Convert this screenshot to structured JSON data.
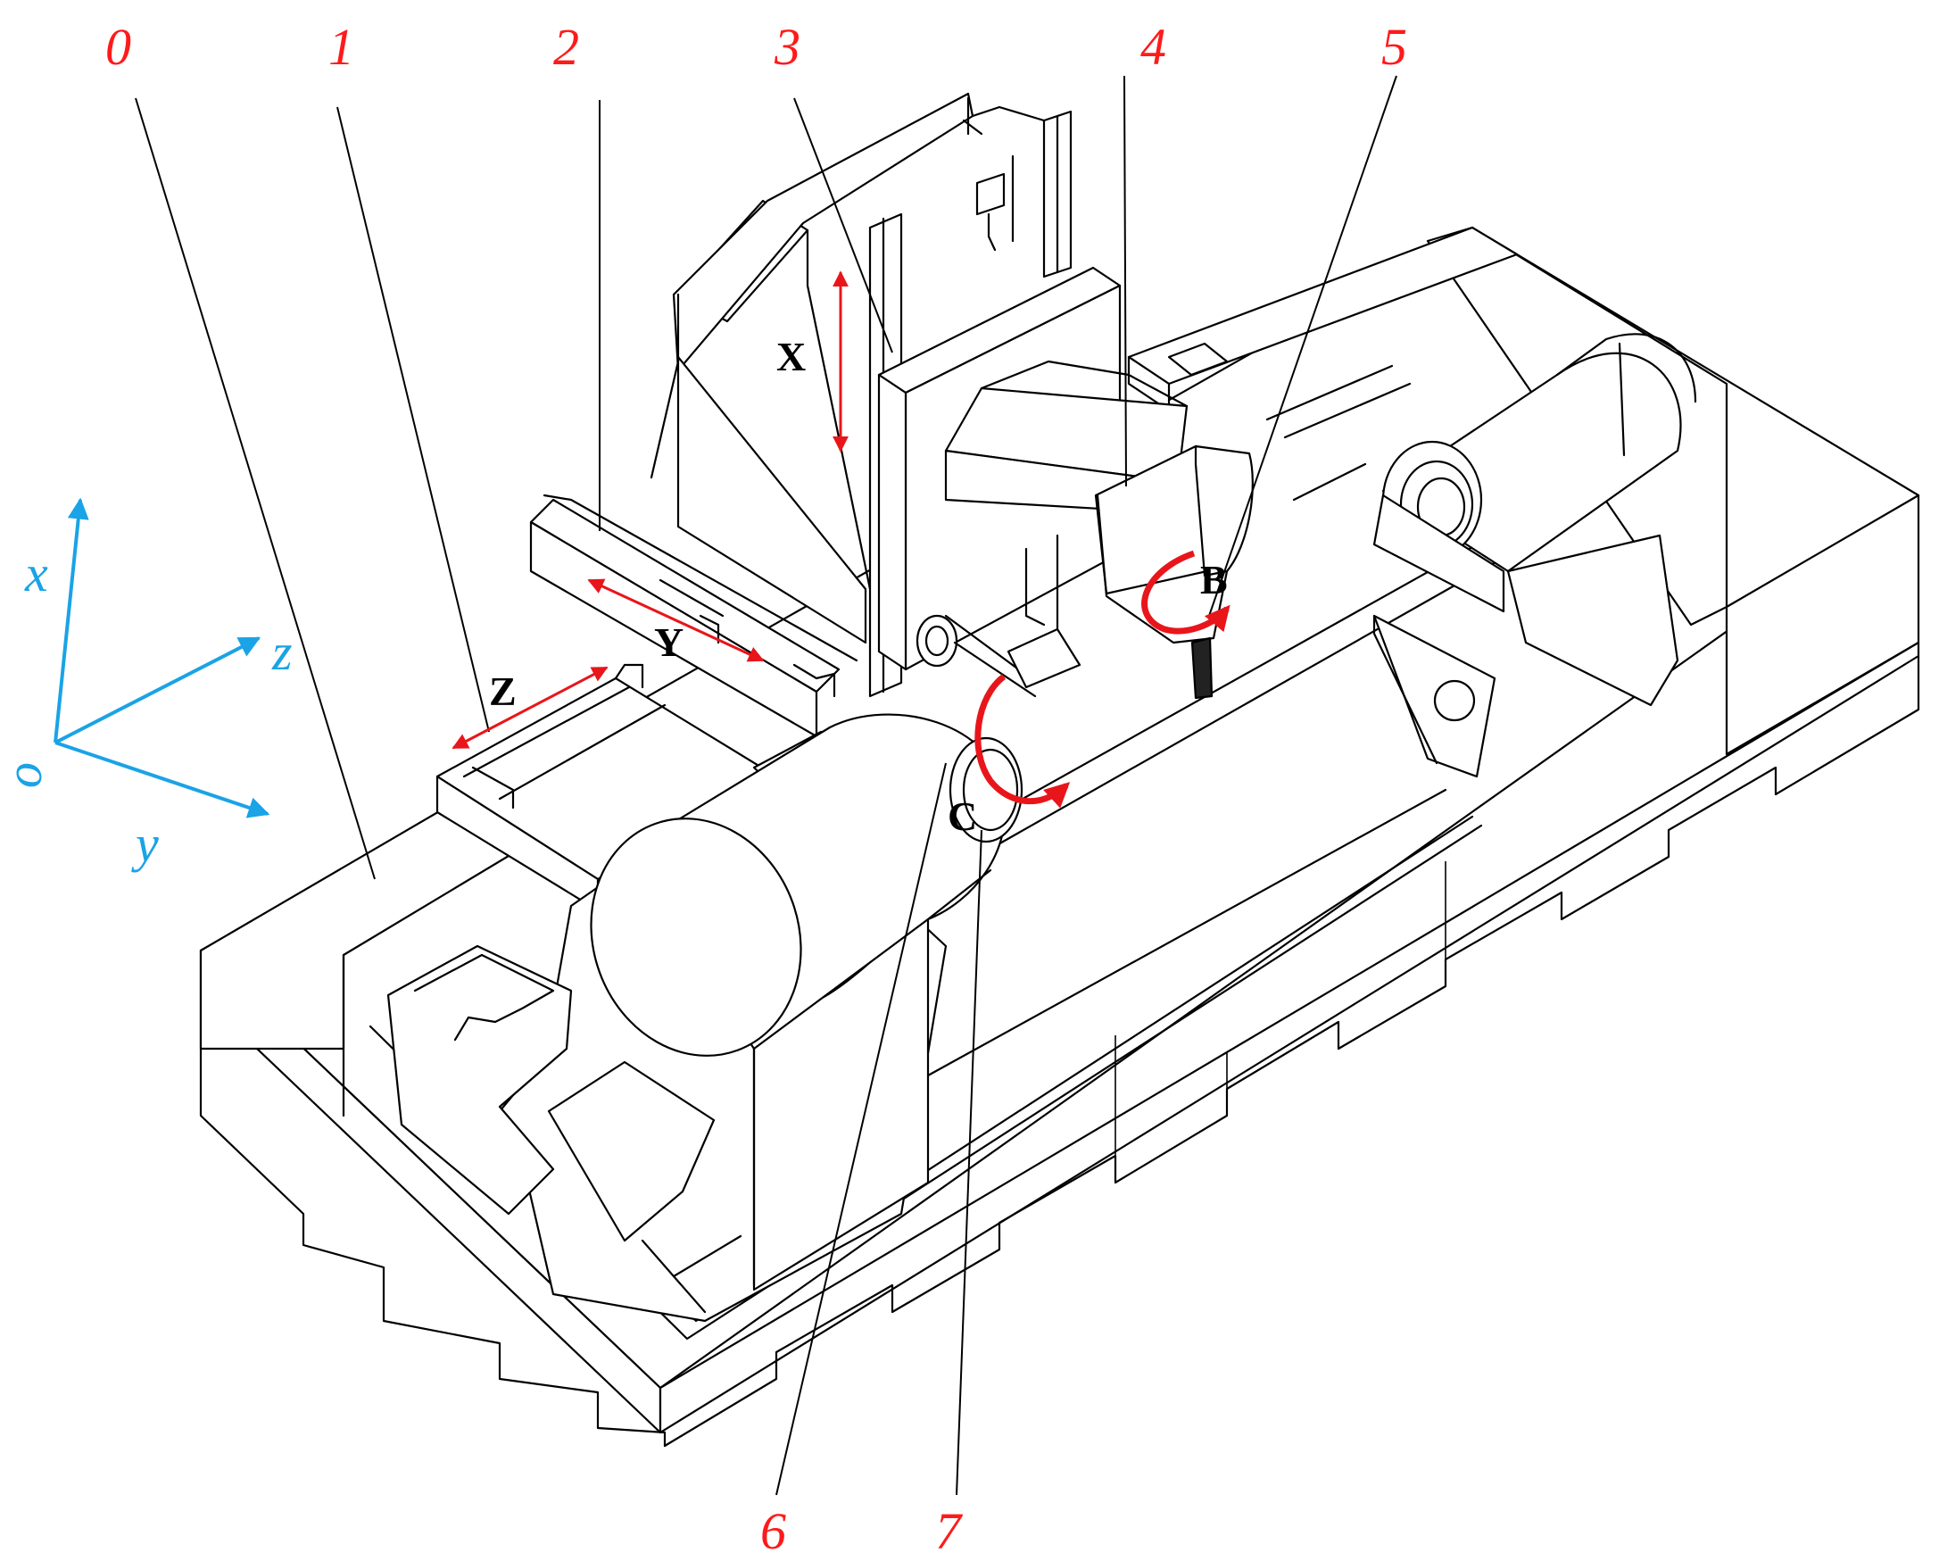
{
  "colors": {
    "callout_red": "#ff1a1a",
    "motion_red": "#e8161b",
    "frame_cyan": "#1aa3e6",
    "line_black": "#000000"
  },
  "callouts": [
    "0",
    "1",
    "2",
    "3",
    "4",
    "5",
    "6",
    "7"
  ],
  "machine_axes": {
    "x": "X",
    "y": "Y",
    "z": "Z",
    "b": "B",
    "c": "C"
  },
  "coordinate_frame": {
    "x": "x",
    "y": "y",
    "z": "z",
    "origin": "o"
  }
}
